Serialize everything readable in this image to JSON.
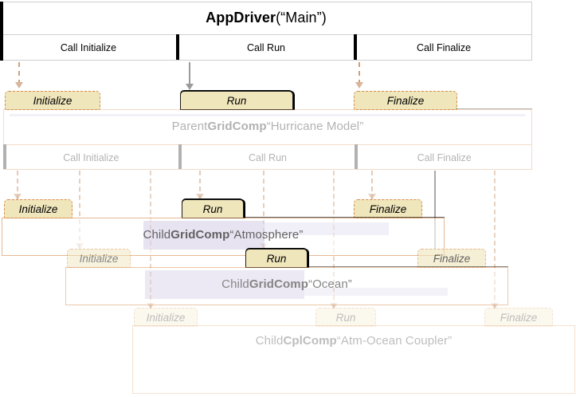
{
  "diagram": {
    "title": "ESMF component hierarchy call sequence",
    "colors": {
      "tab_fill": "#f0e6bc",
      "tab_border": "#d98e52",
      "box_border": "#d98e52",
      "highlight_band": "#d9d2ea",
      "arrow": "#9a9a9a",
      "accent_black": "#000000"
    }
  },
  "appdriver": {
    "title_bold": "AppDriver",
    "title_rest": " (“Main”)",
    "calls": [
      "Call Initialize",
      "Call Run",
      "Call Finalize"
    ]
  },
  "parent": {
    "title_prefix": "Parent ",
    "title_bold": "GridComp",
    "title_suffix": " “Hurricane Model”",
    "tabs": [
      "Initialize",
      "Run",
      "Finalize"
    ],
    "calls": [
      "Call Initialize",
      "Call Run",
      "Call Finalize"
    ]
  },
  "atmosphere": {
    "title_prefix": "Child ",
    "title_bold": "GridComp",
    "title_suffix": " “Atmosphere”",
    "tabs": [
      "Initialize",
      "Run",
      "Finalize"
    ]
  },
  "ocean": {
    "title_prefix": "Child ",
    "title_bold": "GridComp",
    "title_suffix": " “Ocean”",
    "tabs": [
      "Initialize",
      "Run",
      "Finalize"
    ]
  },
  "coupler": {
    "title_prefix": "Child ",
    "title_bold": "CplComp",
    "title_suffix": " “Atm-Ocean Coupler”",
    "tabs": [
      "Initialize",
      "Run",
      "Finalize"
    ]
  }
}
